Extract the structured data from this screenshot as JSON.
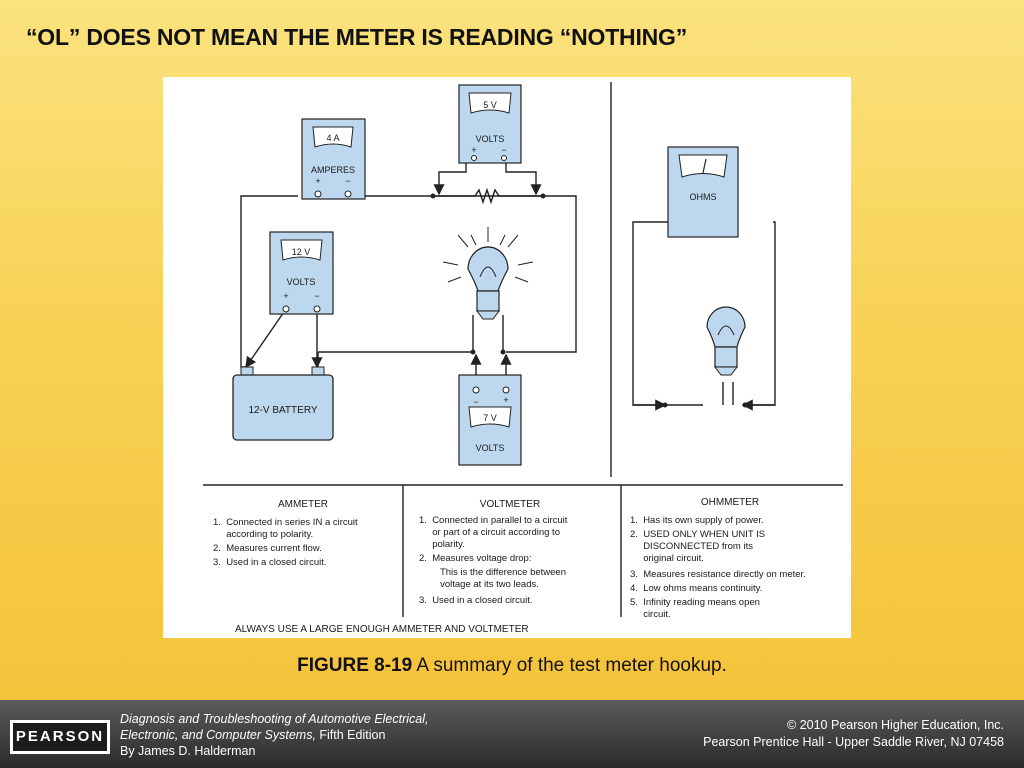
{
  "slide": {
    "title": "“OL” DOES NOT MEAN THE METER IS READING “NOTHING”"
  },
  "figure": {
    "meters": {
      "ammeter": {
        "value": "4 A",
        "unit": "AMPERES",
        "plus": "+",
        "minus": "−"
      },
      "volt_top": {
        "value": "5 V",
        "unit": "VOLTS",
        "plus": "+",
        "minus": "−"
      },
      "volt_battery": {
        "value": "12 V",
        "unit": "VOLTS",
        "plus": "+",
        "minus": "−"
      },
      "volt_bottom": {
        "value": "7 V",
        "unit": "VOLTS",
        "plus": "+",
        "minus": "−"
      },
      "ohmmeter": {
        "unit": "OHMS"
      }
    },
    "battery_label": "12-V BATTERY",
    "ammeter_notes": {
      "heading": "AMMETER",
      "lines": [
        "1.  Connected in series IN a circuit",
        "     according to polarity.",
        "2.  Measures current flow.",
        "3.  Used in a closed circuit."
      ]
    },
    "voltmeter_notes": {
      "heading": "VOLTMETER",
      "lines": [
        "1.  Connected in parallel to a circuit",
        "     or part of a circuit according to",
        "     polarity.",
        "2.  Measures voltage drop:",
        "        This is the difference between",
        "        voltage at its two leads.",
        "3.  Used in a closed circuit."
      ]
    },
    "ohmmeter_notes": {
      "heading": "OHMMETER",
      "lines": [
        "1.  Has its own supply of power.",
        "2.  USED ONLY WHEN UNIT IS",
        "     DISCONNECTED from its",
        "     original circuit.",
        "3.  Measures resistance directly on meter.",
        "4.  Low ohms means continuity.",
        "5.  Infinity reading means open",
        "     circuit."
      ]
    },
    "footnote": "ALWAYS USE A LARGE ENOUGH AMMETER AND VOLTMETER"
  },
  "caption": {
    "label": "FIGURE 8-19",
    "text": " A summary of the test meter hookup."
  },
  "footer": {
    "logo_text": "PEARSON",
    "book_title_1": "Diagnosis and Troubleshooting of Automotive Electrical,",
    "book_title_2": "Electronic, and Computer Systems,",
    "edition": " Fifth Edition",
    "author": "By James D. Halderman",
    "copyright": "© 2010 Pearson Higher Education, Inc.",
    "publisher": "Pearson Prentice Hall - Upper Saddle River, NJ 07458"
  }
}
